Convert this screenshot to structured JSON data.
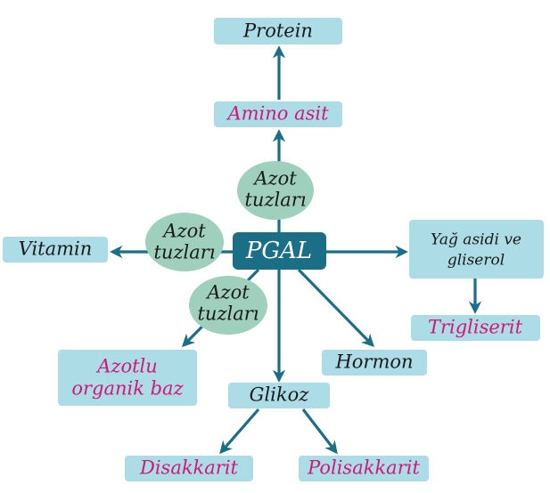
{
  "colors": {
    "arrow": "#1a6e86",
    "box": "#acdce6",
    "ellipse": "#9fcfbd",
    "highlight_text": "#d0187a"
  },
  "center": "PGAL",
  "nodes": {
    "protein": "Protein",
    "amino_asit": "Amino asit",
    "vitamin": "Vitamin",
    "yag_asidi_1": "Yağ asidi ve",
    "yag_asidi_2": "gliserol",
    "trigliserit": "Trigliserit",
    "hormon": "Hormon",
    "azotlu_1": "Azotlu",
    "azotlu_2": "organik baz",
    "glikoz": "Glikoz",
    "disakkarit": "Disakkarit",
    "polisakkarit": "Polisakkarit"
  },
  "labels": {
    "azot": "Azot",
    "tuzlari": "tuzları"
  }
}
